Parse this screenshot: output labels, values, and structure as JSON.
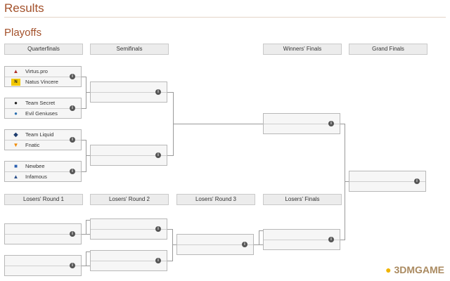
{
  "page": {
    "title": "Results",
    "subtitle": "Playoffs"
  },
  "headers": {
    "quarterfinals": "Quarterfinals",
    "semifinals": "Semifinals",
    "winners_finals": "Winners' Finals",
    "grand_finals": "Grand Finals",
    "losers_round_1": "Losers' Round 1",
    "losers_round_2": "Losers' Round 2",
    "losers_round_3": "Losers' Round 3",
    "losers_finals": "Losers' Finals"
  },
  "teams": {
    "qf1_a": "Virtus.pro",
    "qf1_b": "Natus Vincere",
    "qf2_a": "Team Secret",
    "qf2_b": "Evil Geniuses",
    "qf3_a": "Team Liquid",
    "qf3_b": "Fnatic",
    "qf4_a": "Newbee",
    "qf4_b": "Infamous"
  },
  "watermark": "3DMGAME",
  "icons": {
    "info": "info-icon",
    "team_logos": [
      "virtus-pro-logo-icon",
      "navi-logo-icon",
      "secret-logo-icon",
      "eg-logo-icon",
      "liquid-logo-icon",
      "fnatic-logo-icon",
      "newbee-logo-icon",
      "infamous-logo-icon"
    ]
  },
  "colors": {
    "title": "#a3512b",
    "header_bg": "#ececec",
    "match_bg": "#f6f6f6",
    "line": "#9a9a9a"
  }
}
